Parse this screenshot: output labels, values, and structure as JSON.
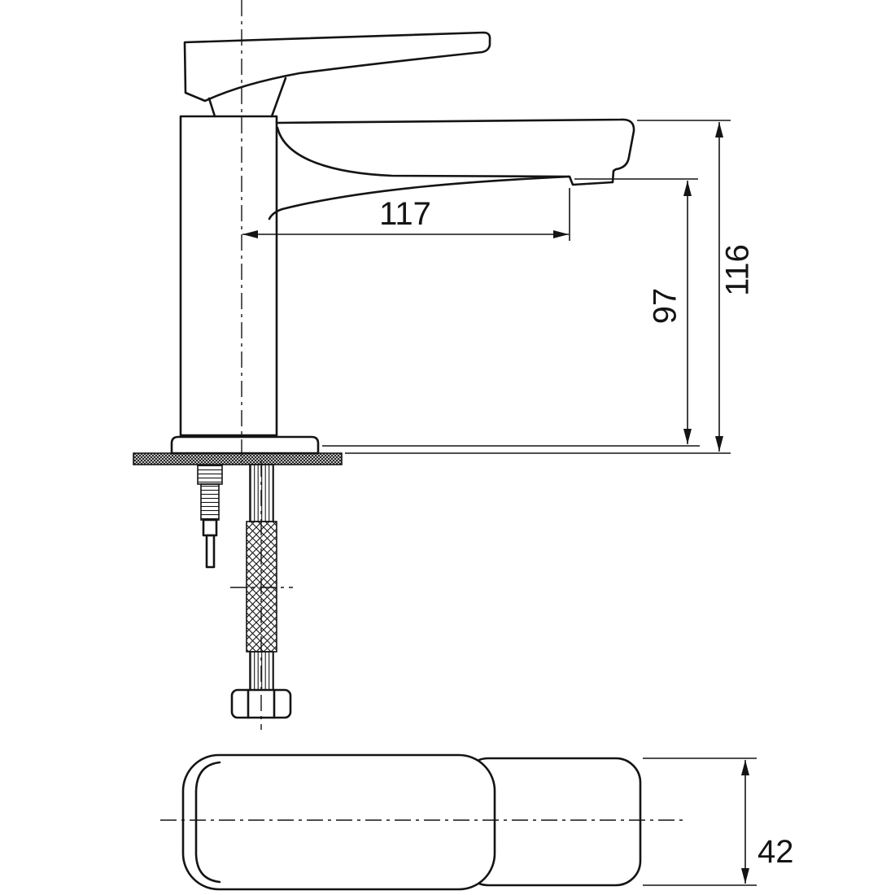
{
  "drawing": {
    "background_color": "#ffffff",
    "line_color": "#141414",
    "dimensions": {
      "spout_reach": "117",
      "overall_height": "116",
      "spout_height": "97",
      "handle_depth": "42"
    }
  }
}
